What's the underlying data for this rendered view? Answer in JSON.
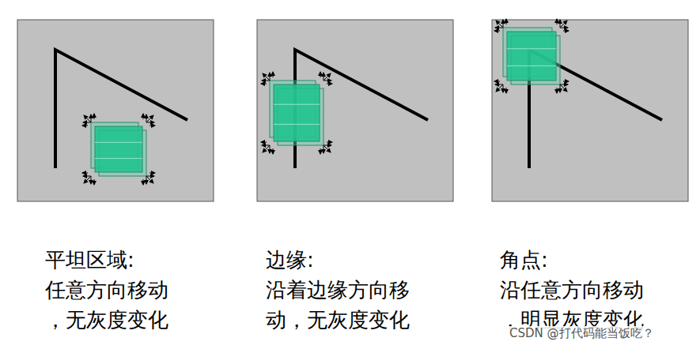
{
  "diagram": {
    "labels": [
      "平坦区域:",
      "任意方向移动 ，无灰度变化",
      "边缘:",
      "沿着边缘方向移动，无灰度变化",
      "角点:",
      "沿任意方向移动，明显灰度变化",
      "CSDN @打代码能当饭吃？"
    ]
  }
}
